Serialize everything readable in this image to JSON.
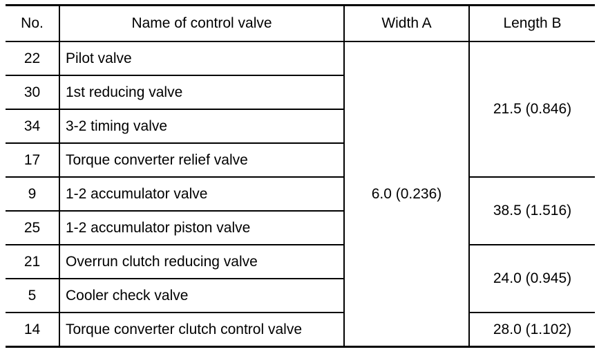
{
  "table": {
    "headers": {
      "no": "No.",
      "name": "Name of control valve",
      "width": "Width A",
      "length": "Length B"
    },
    "rows": [
      {
        "no": "22",
        "name": "Pilot valve"
      },
      {
        "no": "30",
        "name": "1st reducing valve"
      },
      {
        "no": "34",
        "name": "3-2 timing valve"
      },
      {
        "no": "17",
        "name": "Torque converter relief valve"
      },
      {
        "no": "9",
        "name": "1-2 accumulator valve"
      },
      {
        "no": "25",
        "name": "1-2 accumulator piston valve"
      },
      {
        "no": "21",
        "name": "Overrun clutch reducing valve"
      },
      {
        "no": "5",
        "name": "Cooler check valve"
      },
      {
        "no": "14",
        "name": "Torque converter clutch control valve"
      }
    ],
    "width_a": "6.0 (0.236)",
    "length_b": [
      "21.5 (0.846)",
      "38.5 (1.516)",
      "24.0 (0.945)",
      "28.0 (1.102)"
    ]
  }
}
